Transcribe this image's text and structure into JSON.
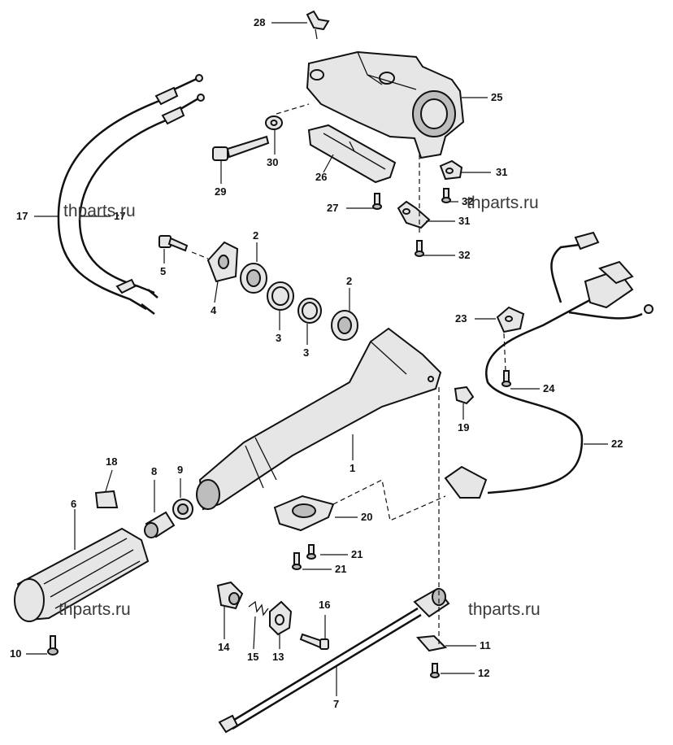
{
  "watermarks": [
    "thparts.ru",
    "thparts.ru",
    "thparts.ru"
  ],
  "callouts": {
    "c1": "1",
    "c2a": "2",
    "c2b": "2",
    "c3a": "3",
    "c3b": "3",
    "c4": "4",
    "c5": "5",
    "c6": "6",
    "c7": "7",
    "c8": "8",
    "c9": "9",
    "c10": "10",
    "c11": "11",
    "c12": "12",
    "c13": "13",
    "c14": "14",
    "c15": "15",
    "c16": "16",
    "c17a": "17",
    "c17b": "17",
    "c18": "18",
    "c19": "19",
    "c20": "20",
    "c21a": "21",
    "c21b": "21",
    "c22": "22",
    "c23": "23",
    "c24": "24",
    "c25": "25",
    "c26": "26",
    "c27": "27",
    "c28": "28",
    "c29": "29",
    "c30": "30",
    "c31a": "31",
    "c31b": "31",
    "c32a": "32",
    "c32b": "32"
  }
}
